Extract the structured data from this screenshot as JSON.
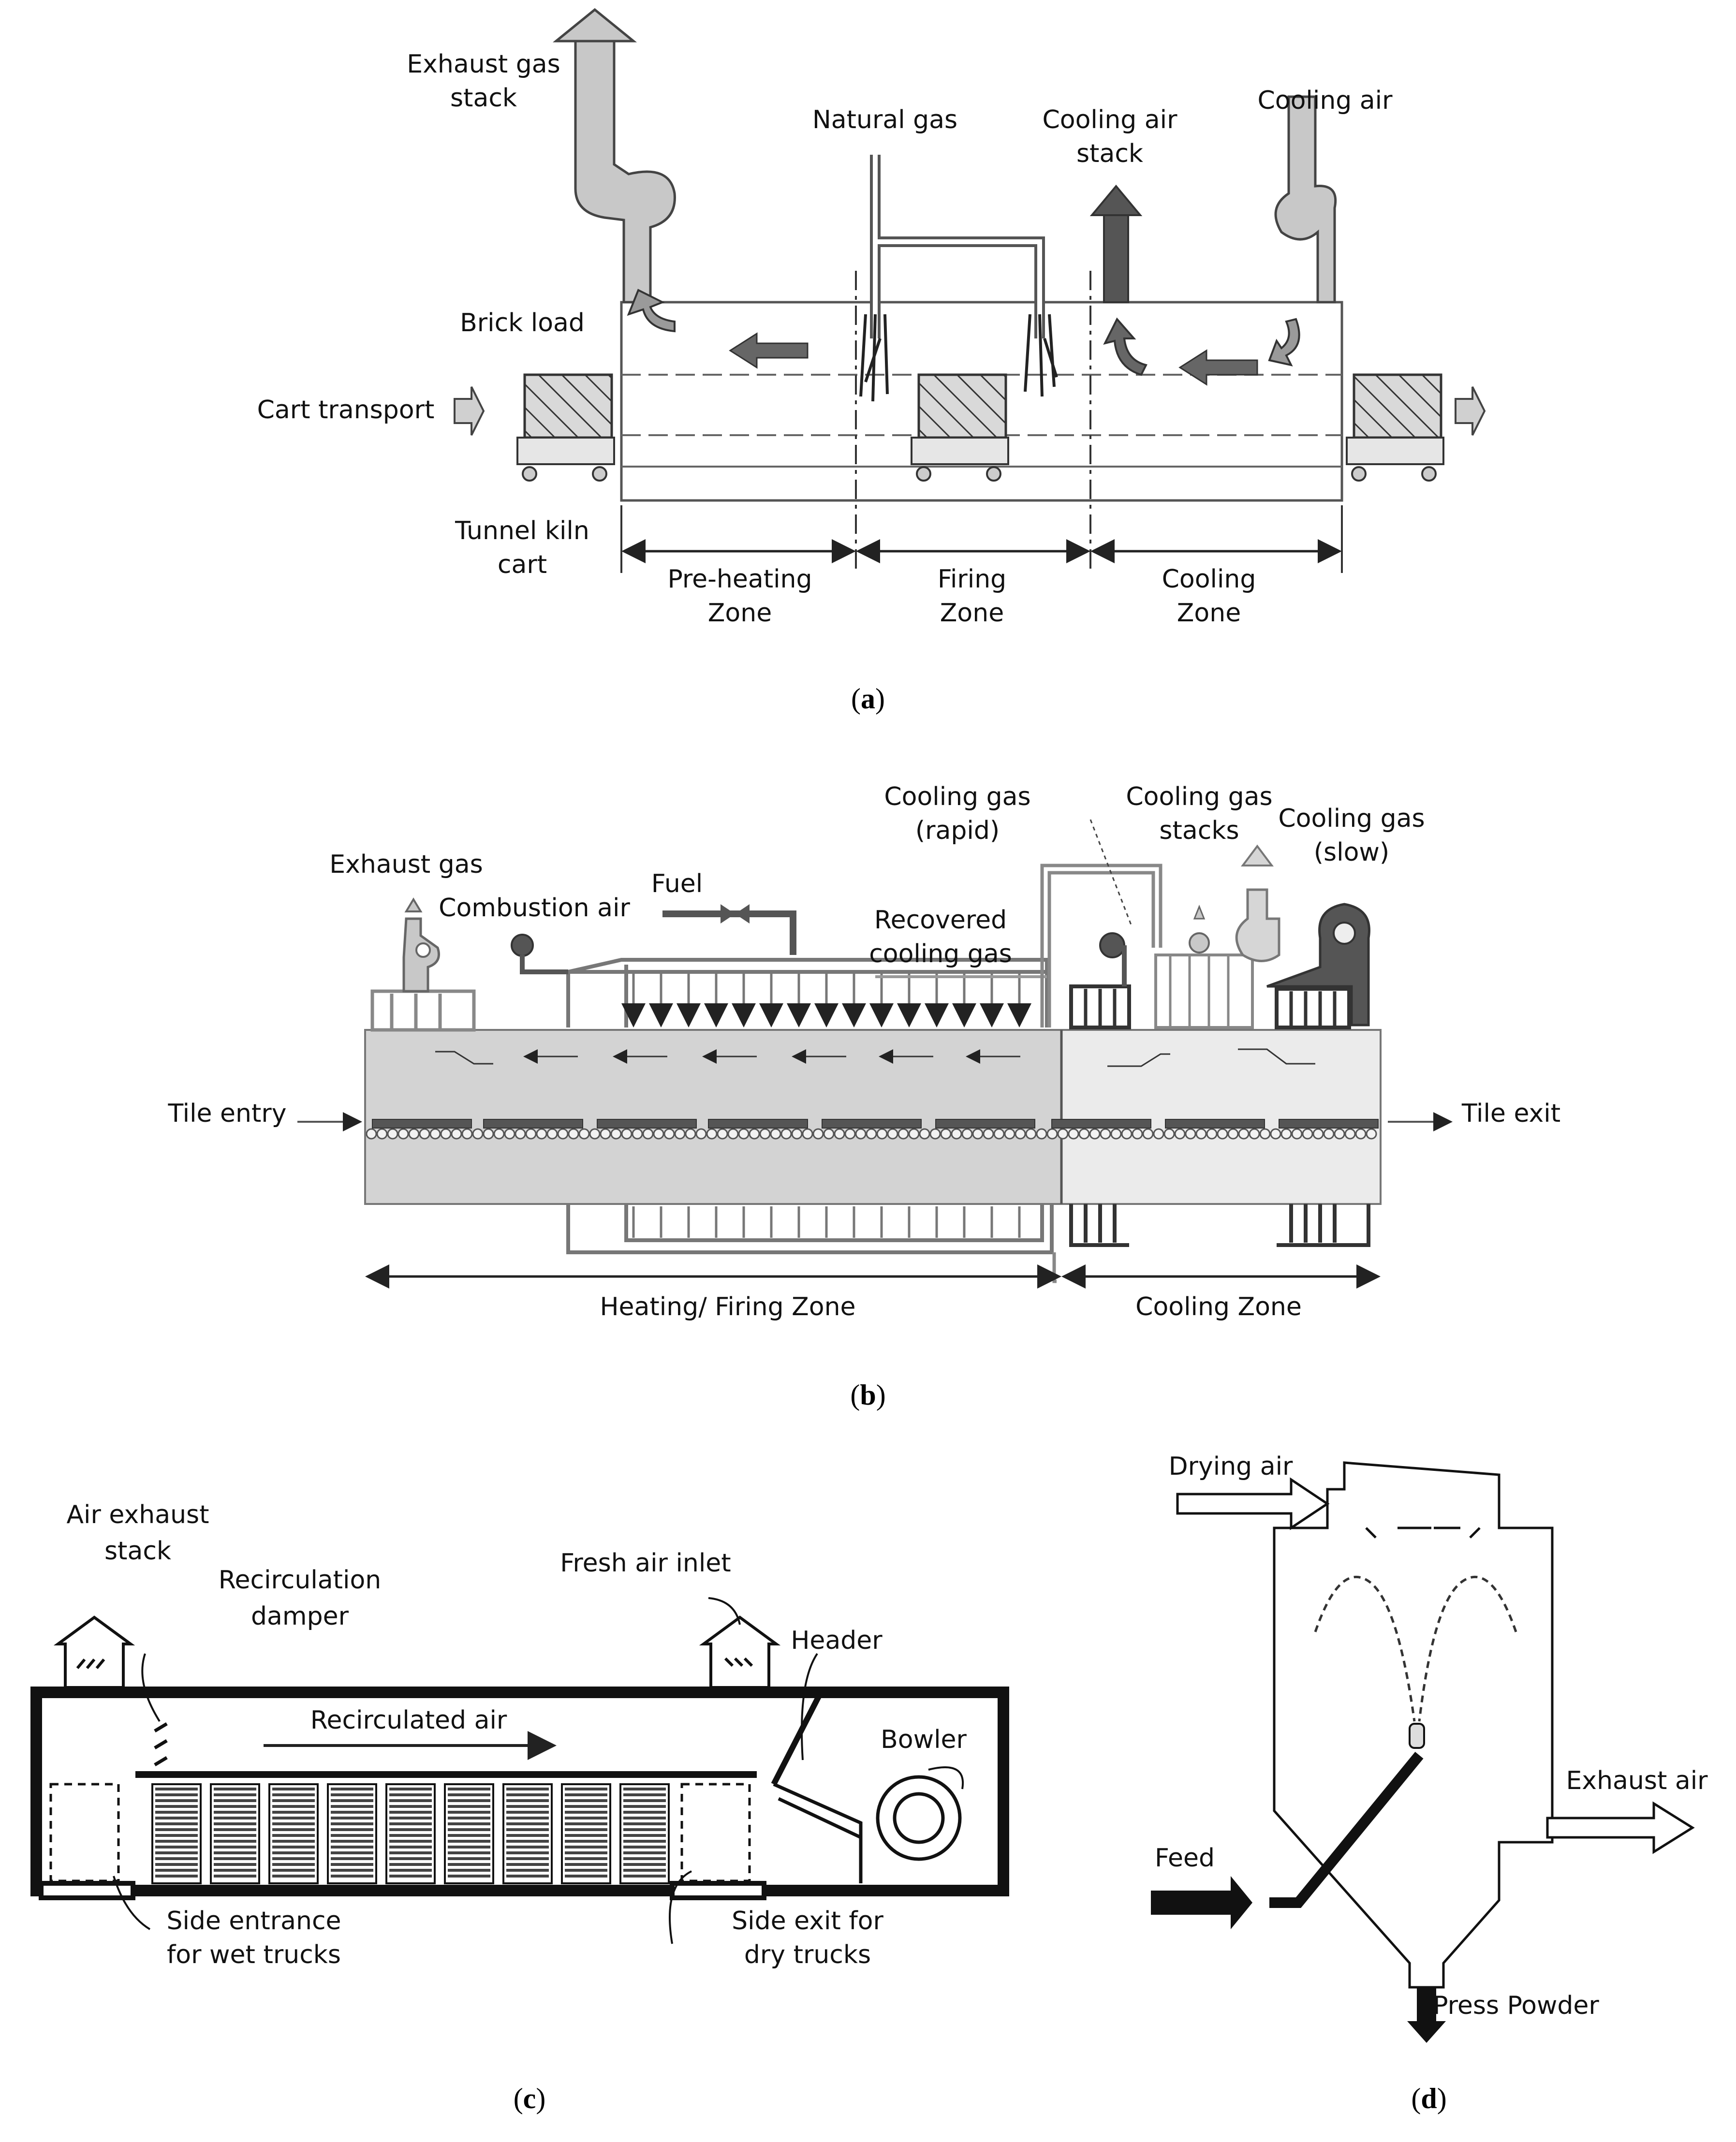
{
  "panel_a": {
    "caption_letter": "a",
    "labels": {
      "exhaust_gas_stack_1": "Exhaust gas",
      "exhaust_gas_stack_2": "stack",
      "natural_gas": "Natural gas",
      "cooling_air_stack_1": "Cooling air",
      "cooling_air_stack_2": "stack",
      "cooling_air": "Cooling air",
      "brick_load": "Brick load",
      "cart_transport": "Cart transport",
      "tunnel_kiln_cart_1": "Tunnel kiln",
      "tunnel_kiln_cart_2": "cart",
      "preheating_1": "Pre-heating",
      "preheating_2": "Zone",
      "firing_1": "Firing",
      "firing_2": "Zone",
      "cooling_1": "Cooling",
      "cooling_2": "Zone"
    }
  },
  "panel_b": {
    "caption_letter": "b",
    "labels": {
      "exhaust_gas": "Exhaust gas",
      "combustion_air": "Combustion air",
      "fuel": "Fuel",
      "cooling_gas_rapid_1": "Cooling gas",
      "cooling_gas_rapid_2": "(rapid)",
      "recovered_1": "Recovered",
      "recovered_2": "cooling gas",
      "cooling_gas_stacks_1": "Cooling gas",
      "cooling_gas_stacks_2": "stacks",
      "cooling_gas_slow_1": "Cooling gas",
      "cooling_gas_slow_2": "(slow)",
      "tile_entry": "Tile entry",
      "tile_exit": "Tile exit",
      "heating_firing_zone": "Heating/ Firing Zone",
      "cooling_zone": "Cooling Zone"
    }
  },
  "panel_c": {
    "caption_letter": "c",
    "labels": {
      "air_exhaust_1": "Air exhaust",
      "air_exhaust_2": "stack",
      "recirculation_damper_1": "Recirculation",
      "recirculation_damper_2": "damper",
      "fresh_air_inlet": "Fresh air inlet",
      "header": "Header",
      "recirculated_air": "Recirculated air",
      "bowler": "Bowler",
      "side_entrance_1": "Side entrance",
      "side_entrance_2": "for wet trucks",
      "side_exit_1": "Side exit for",
      "side_exit_2": "dry trucks"
    }
  },
  "panel_d": {
    "caption_letter": "d",
    "labels": {
      "drying_air": "Drying air",
      "exhaust_air": "Exhaust air",
      "feed": "Feed",
      "press_powder": "Press Powder"
    }
  },
  "colors": {
    "light_gray": "#c8c8c8",
    "mid_gray": "#9a9a9a",
    "dark_gray": "#555555",
    "kiln_gray": "#d3d3d3",
    "kiln_light": "#ebebeb"
  }
}
